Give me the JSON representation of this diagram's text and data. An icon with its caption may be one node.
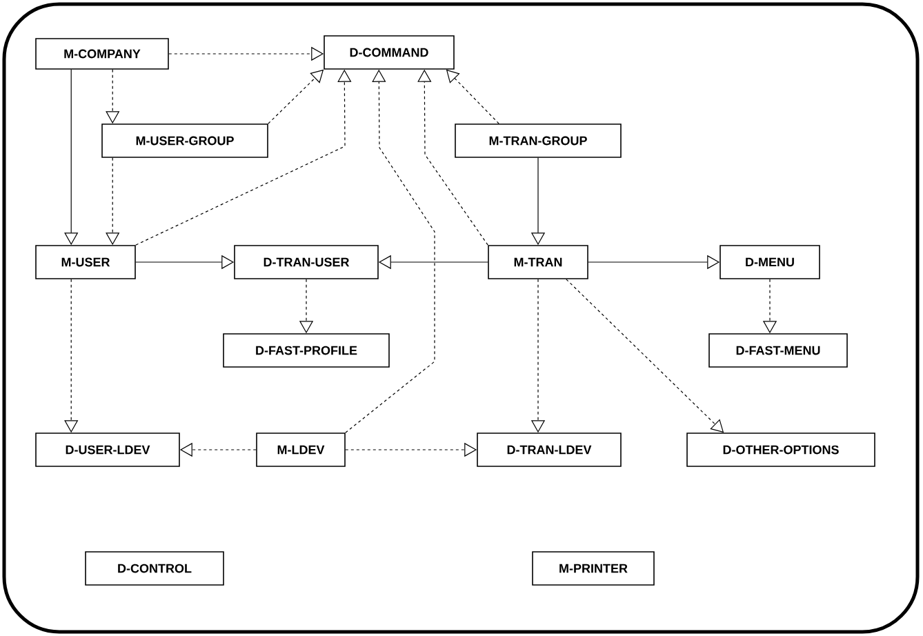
{
  "diagram": {
    "nodes": [
      {
        "text": [
          "M-COMPANY"
        ]
      },
      {
        "text": [
          "D-COMMAND"
        ]
      },
      {
        "text": [
          "M-USER-GROUP"
        ]
      },
      {
        "text": [
          "M-TRAN-GROUP"
        ]
      },
      {
        "text": [
          "M-USER"
        ]
      },
      {
        "text": [
          "D-TRAN-USER"
        ]
      },
      {
        "text": [
          "M-TRAN"
        ]
      },
      {
        "text": [
          "D-MENU"
        ]
      },
      {
        "text": [
          "D-FAST-PROFILE"
        ]
      },
      {
        "text": [
          "D-FAST-MENU"
        ]
      },
      {
        "text": [
          "D-USER-LDEV"
        ]
      },
      {
        "text": [
          "M-LDEV"
        ]
      },
      {
        "text": [
          "D-TRAN-LDEV"
        ]
      },
      {
        "text": [
          "D-OTHER-OPTIONS"
        ]
      },
      {
        "text": [
          "D-CONTROL"
        ]
      },
      {
        "text": [
          "M-PRINTER"
        ]
      }
    ],
    "edges": [
      {
        "from": 0,
        "to": 1,
        "arrow": "to",
        "style": "dashed"
      },
      {
        "from": 0,
        "to": 2,
        "arrow": "to",
        "style": "dashed"
      },
      {
        "from": 0,
        "to": 4,
        "arrow": "to"
      },
      {
        "from": 2,
        "to": 1,
        "arrow": "to",
        "style": "dashed"
      },
      {
        "from": 2,
        "to": 4,
        "arrow": "to",
        "style": "dashed"
      },
      {
        "from": 4,
        "to": 1,
        "arrow": "to",
        "style": "dashed"
      },
      {
        "from": 11,
        "to": 1,
        "arrow": "to",
        "style": "dashed"
      },
      {
        "from": 6,
        "to": 1,
        "arrow": "to",
        "style": "dashed"
      },
      {
        "from": 3,
        "to": 1,
        "arrow": "to",
        "style": "dashed"
      },
      {
        "from": 3,
        "to": 6,
        "arrow": "to"
      },
      {
        "from": 4,
        "to": 5,
        "arrow": "to"
      },
      {
        "from": 6,
        "to": 5,
        "arrow": "to"
      },
      {
        "from": 6,
        "to": 7,
        "arrow": "to"
      },
      {
        "from": 7,
        "to": 9,
        "arrow": "to",
        "style": "dashed"
      },
      {
        "from": 5,
        "to": 8,
        "arrow": "to",
        "style": "dashed"
      },
      {
        "from": 4,
        "to": 10,
        "arrow": "to",
        "style": "dashed"
      },
      {
        "from": 6,
        "to": 12,
        "arrow": "to",
        "style": "dashed"
      },
      {
        "from": 6,
        "to": 13,
        "arrow": "to",
        "style": "dashed"
      },
      {
        "from": 11,
        "to": 10,
        "arrow": "to",
        "style": "dashed"
      },
      {
        "from": 11,
        "to": 12,
        "arrow": "to",
        "style": "dashed"
      }
    ]
  }
}
